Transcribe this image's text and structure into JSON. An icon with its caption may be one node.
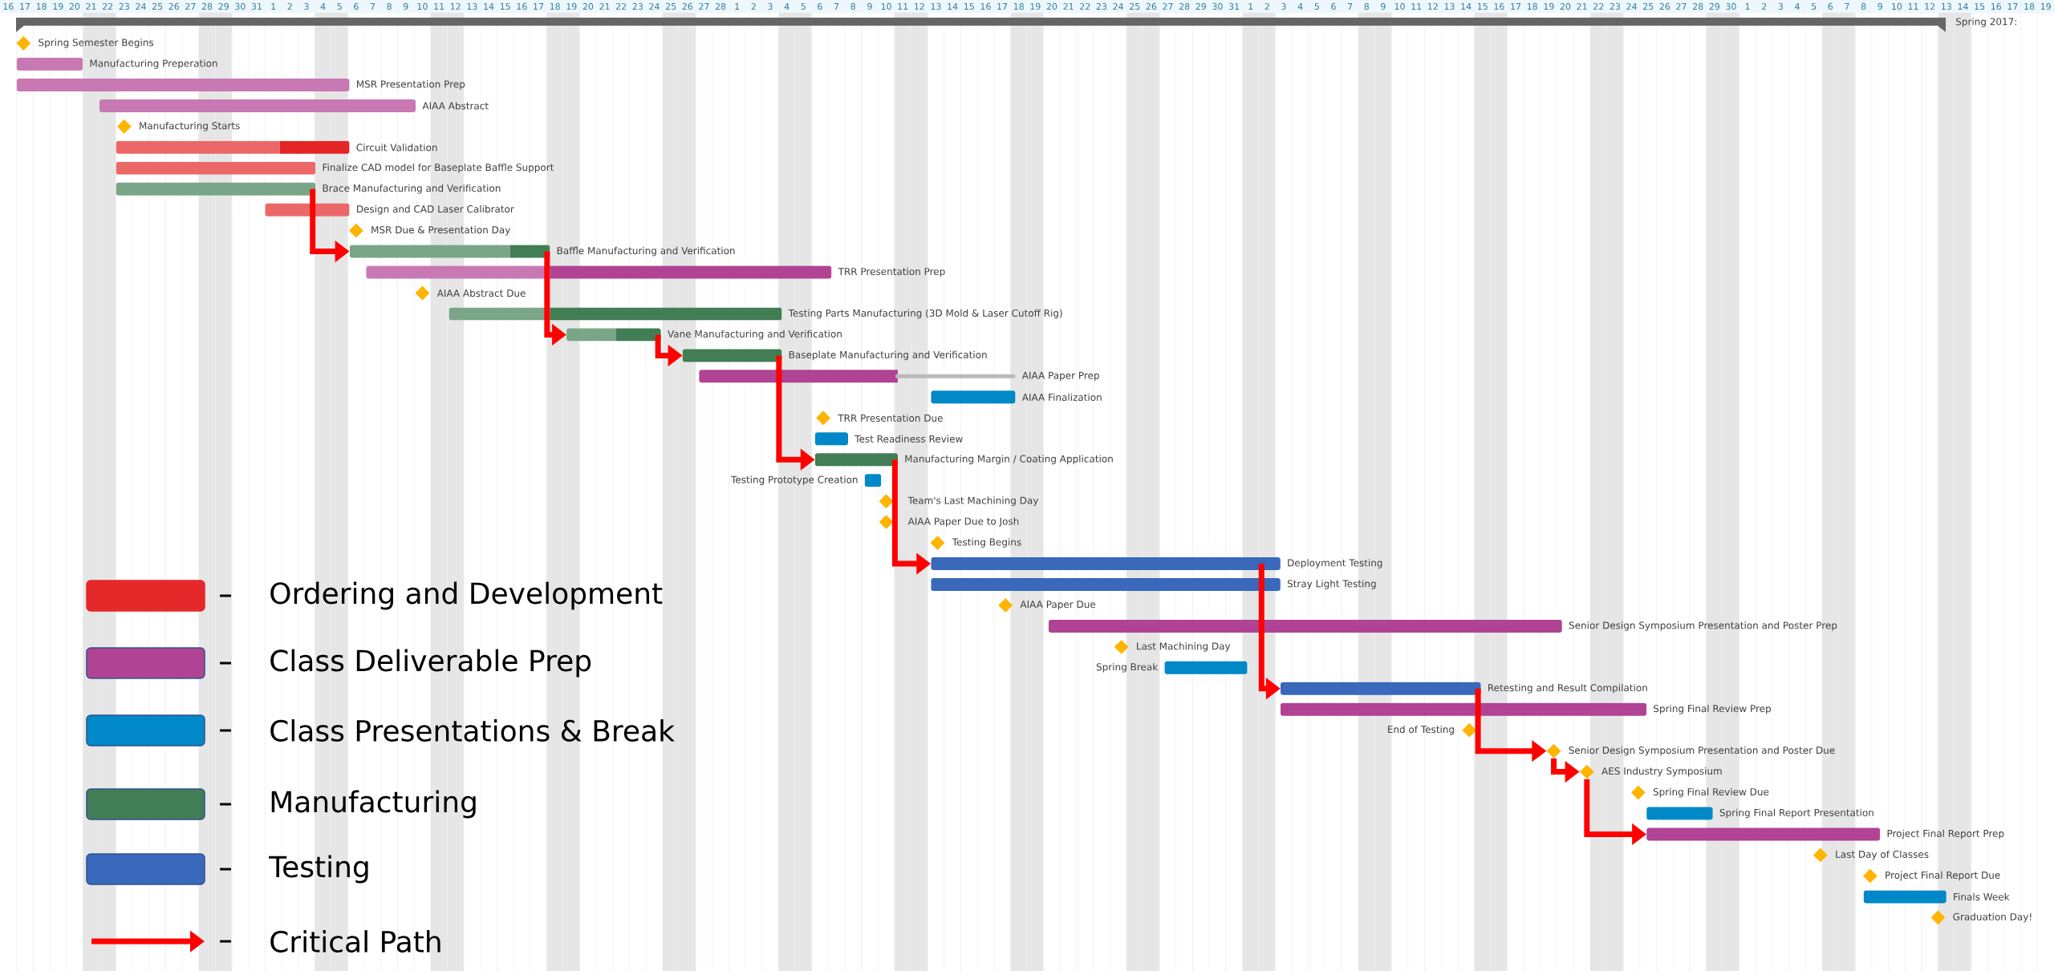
{
  "diagram": {
    "nodes": [
      {
        "text": [],
        "shape": "bar",
        "beside": [
          "Spring 2017:"
        ]
      },
      {
        "text": [],
        "shape": "diamond",
        "beside": [
          "Spring Semester Begins"
        ]
      },
      {
        "text": [],
        "shape": "bar",
        "beside": [
          "Manufacturing Preperation"
        ]
      },
      {
        "text": [],
        "shape": "bar",
        "beside": [
          "MSR Presentation Prep"
        ]
      },
      {
        "text": [],
        "shape": "bar",
        "beside": [
          "AIAA Abstract"
        ]
      },
      {
        "text": [],
        "shape": "diamond",
        "beside": [
          "Manufacturing Starts"
        ]
      },
      {
        "text": [],
        "shape": "bar",
        "beside": [
          "Circuit Validation"
        ]
      },
      {
        "text": [],
        "shape": "bar",
        "beside": [
          "Finalize CAD model for Baseplate Baffle Support"
        ]
      },
      {
        "text": [],
        "shape": "bar",
        "beside": [
          "Brace Manufacturing and Verification"
        ]
      },
      {
        "text": [],
        "shape": "bar",
        "beside": [
          "Design and CAD Laser Calibrator"
        ]
      },
      {
        "text": [],
        "shape": "diamond",
        "beside": [
          "MSR Due & Presentation Day"
        ]
      },
      {
        "text": [],
        "shape": "bar",
        "beside": [
          "Baffle Manufacturing and Verification"
        ]
      },
      {
        "text": [],
        "shape": "bar",
        "beside": [
          "TRR Presentation Prep"
        ]
      },
      {
        "text": [],
        "shape": "diamond",
        "beside": [
          "AIAA Abstract Due"
        ]
      },
      {
        "text": [],
        "shape": "bar",
        "beside": [
          "Testing Parts Manufacturing (3D Mold & Laser Cutoff Rig)"
        ]
      },
      {
        "text": [],
        "shape": "bar",
        "beside": [
          "Vane Manufacturing and Verification"
        ]
      },
      {
        "text": [],
        "shape": "bar",
        "beside": [
          "Baseplate Manufacturing and Verification"
        ]
      },
      {
        "text": [],
        "shape": "bar",
        "beside": [
          "AIAA Paper Prep"
        ]
      },
      {
        "text": [],
        "shape": "bar",
        "beside": [
          "AIAA Finalization"
        ]
      },
      {
        "text": [],
        "shape": "diamond",
        "beside": [
          "TRR Presentation Due"
        ]
      },
      {
        "text": [],
        "shape": "bar",
        "beside": [
          "Test Readiness Review"
        ]
      },
      {
        "text": [],
        "shape": "bar",
        "beside": [
          "Manufacturing Margin / Coating Application"
        ]
      },
      {
        "text": [],
        "shape": "bar",
        "beside": [
          "Testing Prototype Creation"
        ]
      },
      {
        "text": [],
        "shape": "diamond",
        "beside": [
          "Team's Last Machining Day"
        ]
      },
      {
        "text": [],
        "shape": "diamond",
        "beside": [
          "AIAA Paper Due to Josh"
        ]
      },
      {
        "text": [],
        "shape": "diamond",
        "beside": [
          "Testing Begins"
        ]
      },
      {
        "text": [],
        "shape": "bar",
        "beside": [
          "Deployment Testing"
        ]
      },
      {
        "text": [],
        "shape": "bar",
        "beside": [
          "Stray Light Testing"
        ]
      },
      {
        "text": [],
        "shape": "diamond",
        "beside": [
          "AIAA Paper Due"
        ]
      },
      {
        "text": [],
        "shape": "bar",
        "beside": [
          "Senior Design Symposium Presentation and Poster Prep"
        ]
      },
      {
        "text": [],
        "shape": "diamond",
        "beside": [
          "Last Machining Day"
        ]
      },
      {
        "text": [],
        "shape": "bar",
        "beside": [
          "Spring Break"
        ]
      },
      {
        "text": [],
        "shape": "bar",
        "beside": [
          "Retesting and Result Compilation"
        ]
      },
      {
        "text": [],
        "shape": "bar",
        "beside": [
          "Spring Final Review Prep"
        ]
      },
      {
        "text": [],
        "shape": "diamond",
        "beside": [
          "End of Testing"
        ]
      },
      {
        "text": [],
        "shape": "diamond",
        "beside": [
          "Senior Design Symposium Presentation and Poster Due"
        ]
      },
      {
        "text": [],
        "shape": "diamond",
        "beside": [
          "AES Industry Symposium"
        ]
      },
      {
        "text": [],
        "shape": "diamond",
        "beside": [
          "Spring Final Review Due"
        ]
      },
      {
        "text": [],
        "shape": "bar",
        "beside": [
          "Spring Final Report Presentation"
        ]
      },
      {
        "text": [],
        "shape": "bar",
        "beside": [
          "Project Final Report Prep"
        ]
      },
      {
        "text": [],
        "shape": "diamond",
        "beside": [
          "Last Day of Classes"
        ]
      },
      {
        "text": [],
        "shape": "diamond",
        "beside": [
          "Project Final Report Due"
        ]
      },
      {
        "text": [],
        "shape": "bar",
        "beside": [
          "Finals Week"
        ]
      },
      {
        "text": [],
        "shape": "diamond",
        "beside": [
          "Graduation Day!"
        ]
      }
    ],
    "edges": [
      {
        "from": 8,
        "to": 11,
        "arrow": "to"
      },
      {
        "from": 11,
        "to": 15,
        "arrow": "to"
      },
      {
        "from": 15,
        "to": 16,
        "arrow": "to"
      },
      {
        "from": 16,
        "to": 21,
        "arrow": "to"
      },
      {
        "from": 21,
        "to": 26,
        "arrow": "to"
      },
      {
        "from": 26,
        "to": 32,
        "arrow": "to"
      },
      {
        "from": 32,
        "to": 35,
        "arrow": "to"
      },
      {
        "from": 35,
        "to": 36,
        "arrow": "to"
      },
      {
        "from": 36,
        "to": 39,
        "arrow": "to"
      }
    ],
    "labels": [
      "16",
      "17",
      "18",
      "19",
      "20",
      "21",
      "22",
      "23",
      "24",
      "25",
      "26",
      "27",
      "28",
      "29",
      "30",
      "31",
      "1",
      "2",
      "3",
      "4",
      "5",
      "6",
      "7",
      "8",
      "9",
      "10",
      "11",
      "12",
      "13",
      "14",
      "15",
      "16",
      "17",
      "18",
      "19",
      "20",
      "21",
      "22",
      "23",
      "24",
      "25",
      "26",
      "27",
      "28",
      "1",
      "2",
      "3",
      "4",
      "5",
      "6",
      "7",
      "8",
      "9",
      "10",
      "11",
      "12",
      "13",
      "14",
      "15",
      "16",
      "17",
      "18",
      "19",
      "20",
      "21",
      "22",
      "23",
      "24",
      "25",
      "26",
      "27",
      "28",
      "29",
      "30",
      "31",
      "1",
      "2",
      "3",
      "4",
      "5",
      "6",
      "7",
      "8",
      "9",
      "10",
      "11",
      "12",
      "13",
      "14",
      "15",
      "16",
      "17",
      "18",
      "19",
      "20",
      "21",
      "22",
      "23",
      "24",
      "25",
      "26",
      "27",
      "28",
      "29",
      "30",
      "1",
      "2",
      "3",
      "4",
      "5",
      "6",
      "7",
      "8",
      "9",
      "10",
      "11",
      "12",
      "13",
      "14",
      "15",
      "16",
      "17",
      "18",
      "19"
    ],
    "legend": [
      {
        "text": "Ordering and Development",
        "color": "#e5282a"
      },
      {
        "text": "Class Deliverable Prep",
        "color": "#b04394"
      },
      {
        "text": "Class Presentations & Break",
        "color": "#0088c8"
      },
      {
        "text": "Manufacturing",
        "color": "#417e55"
      },
      {
        "text": "Testing",
        "color": "#3a68ba"
      },
      {
        "text": "Critical Path"
      }
    ]
  }
}
